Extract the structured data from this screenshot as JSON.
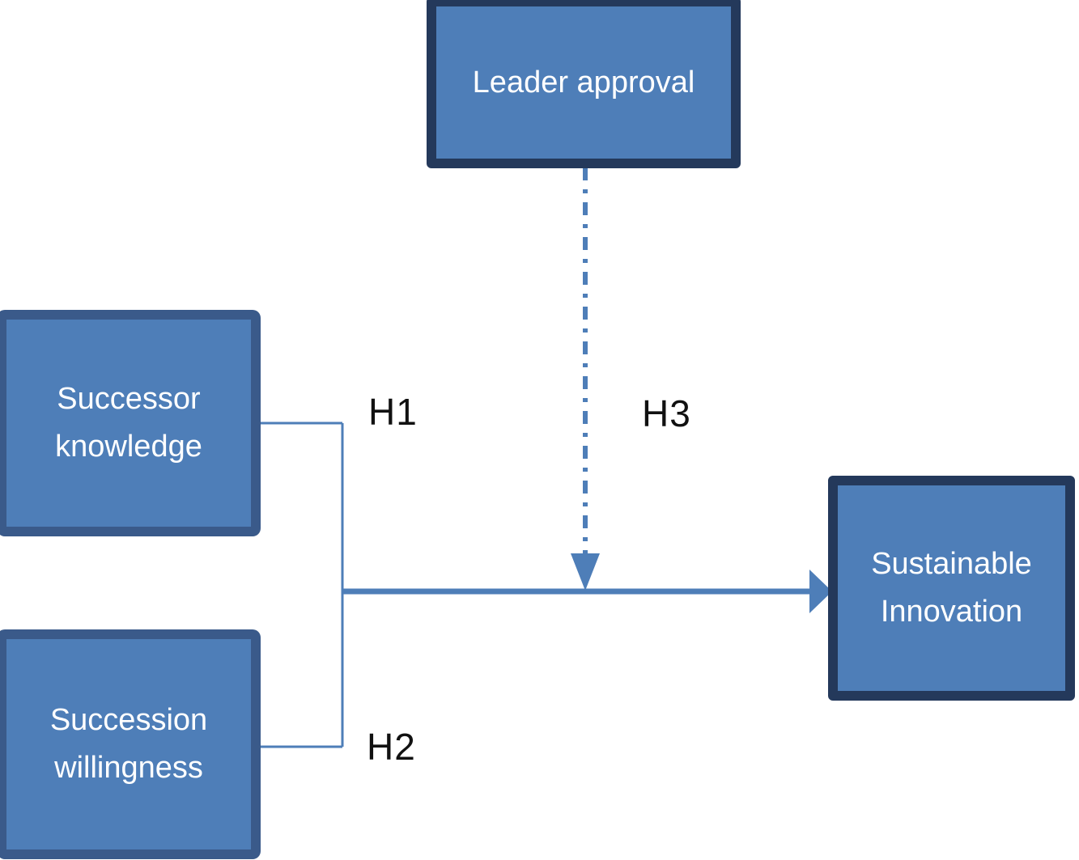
{
  "diagram": {
    "type": "research-model",
    "nodes": [
      {
        "id": "leader-approval",
        "label": "Leader approval"
      },
      {
        "id": "successor-knowledge",
        "label": "Successor knowledge"
      },
      {
        "id": "succession-willingness",
        "label": "Succession willingness"
      },
      {
        "id": "sustainable-innovation",
        "label": "Sustainable Innovation"
      }
    ],
    "hypotheses": [
      {
        "id": "h1",
        "label": "H1"
      },
      {
        "id": "h2",
        "label": "H2"
      },
      {
        "id": "h3",
        "label": "H3"
      }
    ],
    "edges": [
      {
        "from": "successor-knowledge",
        "to": "sustainable-innovation",
        "hypothesis": "H1",
        "style": "solid"
      },
      {
        "from": "succession-willingness",
        "to": "sustainable-innovation",
        "hypothesis": "H2",
        "style": "solid"
      },
      {
        "from": "leader-approval",
        "to": "main-effect-arrow",
        "hypothesis": "H3",
        "style": "dash-dot",
        "role": "moderator"
      }
    ],
    "colors": {
      "box_fill": "#4e7eb8",
      "border_dark": "#24395b",
      "border_medium": "#3a5a8a",
      "line": "#4e7eb8",
      "box_text": "#ffffff",
      "label_text": "#111111",
      "page_bg": "#ffffff"
    }
  }
}
